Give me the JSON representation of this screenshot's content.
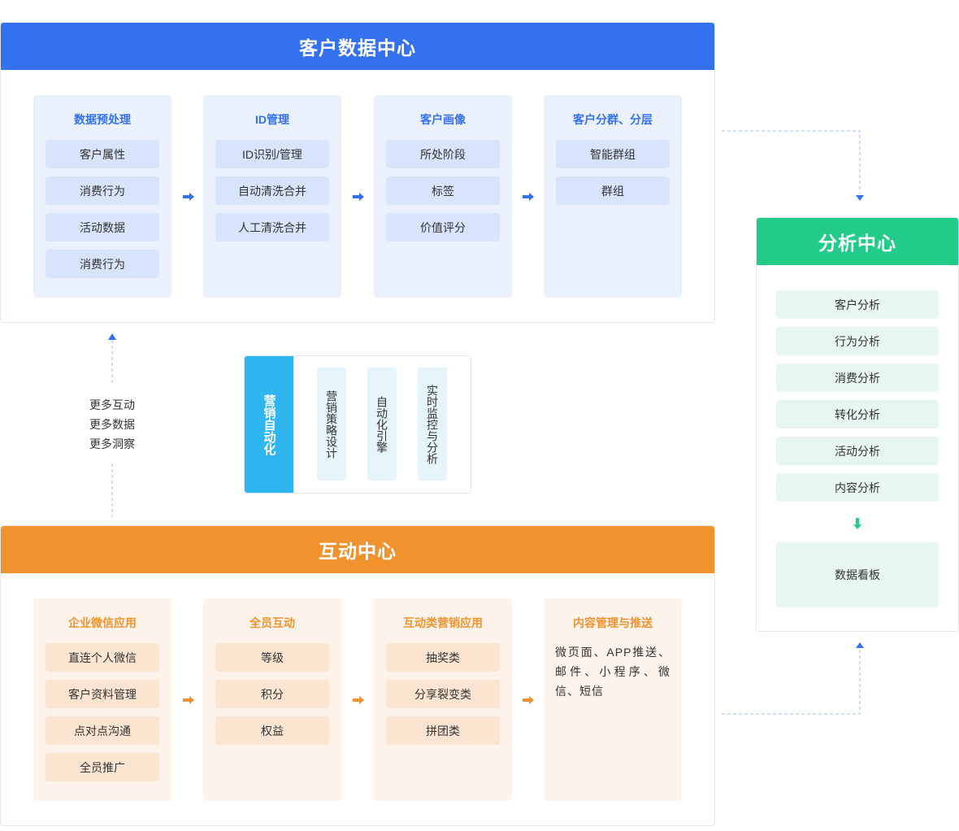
{
  "customer_center": {
    "title": "客户数据中心",
    "columns": [
      {
        "title": "数据预处理",
        "items": [
          "客户属性",
          "消费行为",
          "活动数据",
          "消费行为"
        ]
      },
      {
        "title": "ID管理",
        "items": [
          "ID识别/管理",
          "自动清洗合并",
          "人工清洗合并"
        ]
      },
      {
        "title": "客户画像",
        "items": [
          "所处阶段",
          "标签",
          "价值评分"
        ]
      },
      {
        "title": "客户分群、分层",
        "items": [
          "智能群组",
          "群组"
        ]
      }
    ]
  },
  "analysis_center": {
    "title": "分析中心",
    "items": [
      "客户分析",
      "行为分析",
      "消费分析",
      "转化分析",
      "活动分析",
      "内容分析"
    ],
    "dashboard": "数据看板"
  },
  "feedback": {
    "lines": [
      "更多互动",
      "更多数据",
      "更多洞察"
    ]
  },
  "marketing_automation": {
    "title": "营销自动化",
    "items": [
      "营销策略设计",
      "自动化引擎",
      "实时监控与分析"
    ]
  },
  "interaction_center": {
    "title": "互动中心",
    "columns": [
      {
        "title": "企业微信应用",
        "items": [
          "直连个人微信",
          "客户资料管理",
          "点对点沟通",
          "全员推广"
        ]
      },
      {
        "title": "全员互动",
        "items": [
          "等级",
          "积分",
          "权益"
        ]
      },
      {
        "title": "互动类营销应用",
        "items": [
          "抽奖类",
          "分享裂变类",
          "拼团类"
        ]
      },
      {
        "title": "内容管理与推送",
        "text": "微页面、APP推送、邮件、小程序、微信、短信"
      }
    ]
  },
  "colors": {
    "blue": "#3471ee",
    "green": "#22cc88",
    "orange": "#f0932f",
    "cyan": "#2fb6f0"
  },
  "icons": {
    "arrow_right_blue": "arrow-right-icon",
    "arrow_right_orange": "arrow-right-icon",
    "arrow_down_green": "arrow-down-icon"
  }
}
